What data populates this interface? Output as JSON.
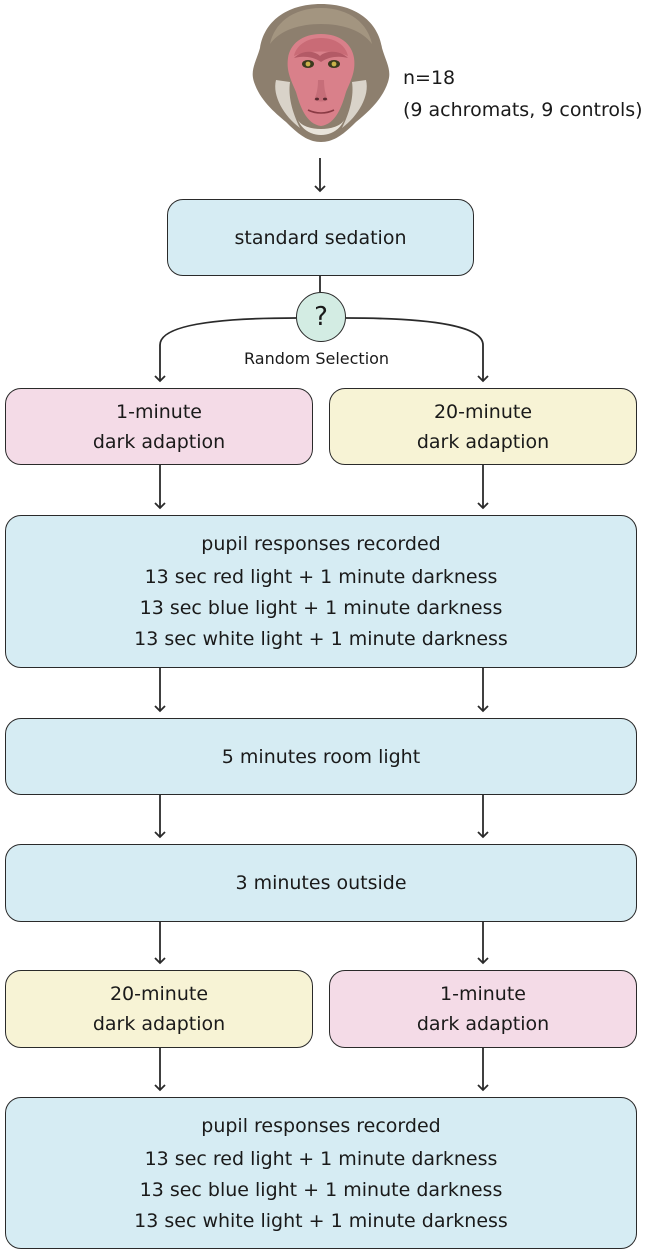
{
  "subjects": {
    "n": "n=18",
    "detail": "(9 achromats, 9 controls)"
  },
  "steps": {
    "sedation": "standard sedation",
    "random_selection": "Random Selection",
    "question_mark": "?",
    "first_left": {
      "line1": "1-minute",
      "line2": "dark adaption"
    },
    "first_right": {
      "line1": "20-minute",
      "line2": "dark adaption"
    },
    "recording_1": {
      "title": "pupil responses recorded",
      "lines": [
        "13 sec red light + 1 minute darkness",
        "13 sec blue light + 1 minute darkness",
        "13 sec white light + 1 minute darkness"
      ]
    },
    "room_light": "5 minutes room light",
    "outside": "3 minutes outside",
    "second_left": {
      "line1": "20-minute",
      "line2": "dark adaption"
    },
    "second_right": {
      "line1": "1-minute",
      "line2": "dark adaption"
    },
    "recording_2": {
      "title": "pupil responses recorded",
      "lines": [
        "13 sec red light + 1 minute darkness",
        "13 sec blue light + 1 minute darkness",
        "13 sec white light + 1 minute darkness"
      ]
    }
  },
  "colors": {
    "blue_box": "#d6ecf3",
    "pink_box": "#f4dbe7",
    "yellow_box": "#f7f3d5",
    "question_circle": "#d3ece3"
  }
}
